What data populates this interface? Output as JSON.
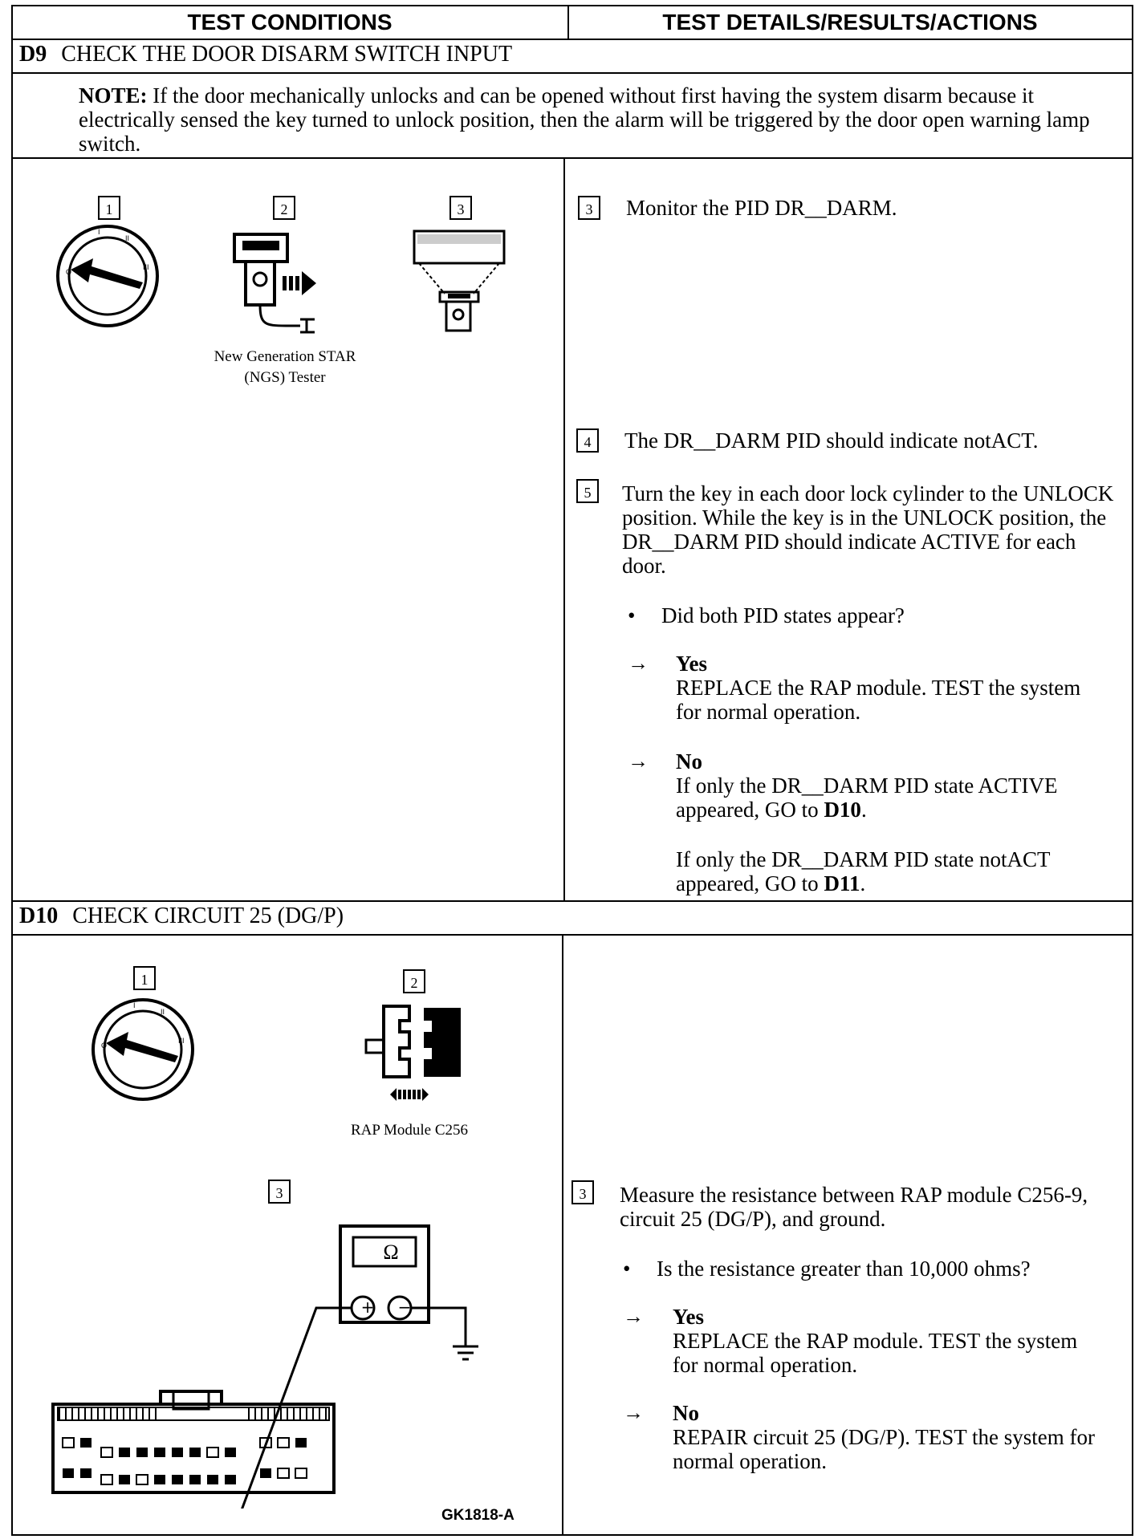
{
  "header": {
    "left": "TEST CONDITIONS",
    "right": "TEST DETAILS/RESULTS/ACTIONS"
  },
  "d9": {
    "code": "D9",
    "title": "CHECK THE DOOR DISARM SWITCH INPUT",
    "note_label": "NOTE:",
    "note_text": "If the door mechanically unlocks and can be opened without first having the system disarm because it electrically sensed the key turned to unlock position, then the alarm will be triggered by the door open warning lamp switch.",
    "figure_steps": [
      "1",
      "2",
      "3"
    ],
    "tester_caption_line1": "New Generation STAR",
    "tester_caption_line2": "(NGS) Tester",
    "step3": {
      "num": "3",
      "text": "Monitor the PID DR__DARM."
    },
    "step4": {
      "num": "4",
      "text": "The DR__DARM PID should indicate notACT."
    },
    "step5": {
      "num": "5",
      "text": "Turn the key in each door lock cylinder to the UNLOCK position. While the key is in the UNLOCK position, the DR__DARM PID should indicate ACTIVE for each door."
    },
    "question": "Did both PID states appear?",
    "yes_label": "Yes",
    "yes_text": "REPLACE the RAP module. TEST the system for normal operation.",
    "no_label": "No",
    "no_text1_pre": "If only the DR__DARM PID state ACTIVE appeared, GO to ",
    "no_text1_ref": "D10",
    "no_text2_pre": "If only the DR__DARM PID state notACT appeared, GO to ",
    "no_text2_ref": "D11"
  },
  "d10": {
    "code": "D10",
    "title": "CHECK CIRCUIT 25 (DG/P)",
    "figure_steps": [
      "1",
      "2",
      "3"
    ],
    "connector_caption": "RAP Module C256",
    "ohm_symbol": "Ω",
    "step3": {
      "num": "3",
      "text": "Measure the resistance between RAP module C256-9, circuit 25 (DG/P), and ground."
    },
    "question": "Is the resistance greater than 10,000 ohms?",
    "yes_label": "Yes",
    "yes_text": "REPLACE the RAP module. TEST the system for normal operation.",
    "no_label": "No",
    "no_text": "REPAIR circuit 25 (DG/P). TEST the system for normal operation.",
    "figure_id": "GK1818-A"
  },
  "symbols": {
    "arrow": "→",
    "bullet": "•",
    "plus": "+",
    "minus": "−"
  }
}
